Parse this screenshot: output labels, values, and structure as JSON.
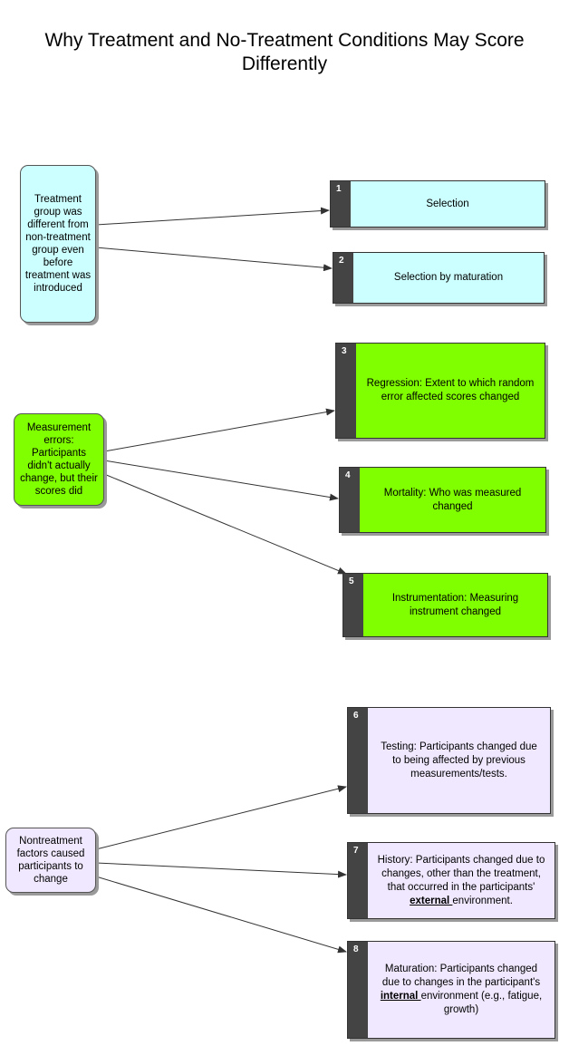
{
  "title": "Why Treatment and No-Treatment Conditions May Score Differently",
  "sources": {
    "selection": "Treatment group was different from non-treatment group even before treatment was introduced",
    "measurement": "Measurement errors: Participants didn't actually change, but their scores did",
    "nontreatment": "Nontreatment factors caused participants to change"
  },
  "cards": [
    {
      "num": "1",
      "text": "Selection"
    },
    {
      "num": "2",
      "text": "Selection by maturation"
    },
    {
      "num": "3",
      "text": "Regression: Extent to which random error affected scores changed"
    },
    {
      "num": "4",
      "text": "Mortality:  Who was measured changed"
    },
    {
      "num": "5",
      "text": "Instrumentation: Measuring instrument changed"
    },
    {
      "num": "6",
      "text": "Testing: Participants changed due to being affected by previous measurements/tests."
    },
    {
      "num": "7",
      "pre": "History: Participants changed due to changes, other than the treatment, that occurred in the participants' ",
      "emph": "external ",
      "post": "environment."
    },
    {
      "num": "8",
      "pre": "Maturation: Participants changed due to changes in the participant's ",
      "emph": "internal ",
      "post": "environment (e.g., fatigue, growth)"
    }
  ],
  "colors": {
    "cyan": "#ccffff",
    "green": "#80ff00",
    "lavender": "#f0e8ff",
    "tab": "#444444",
    "arrow": "#333333"
  }
}
